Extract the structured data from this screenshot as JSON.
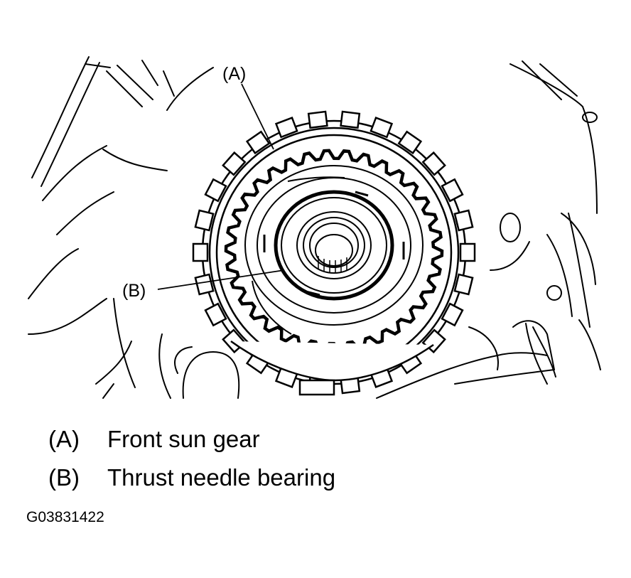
{
  "callouts": {
    "a": "(A)",
    "b": "(B)"
  },
  "legend": [
    {
      "key": "(A)",
      "label": "Front sun gear"
    },
    {
      "key": "(B)",
      "label": "Thrust needle bearing"
    }
  ],
  "figure_id": "G03831422",
  "colors": {
    "ink": "#000000",
    "paper": "#ffffff"
  }
}
